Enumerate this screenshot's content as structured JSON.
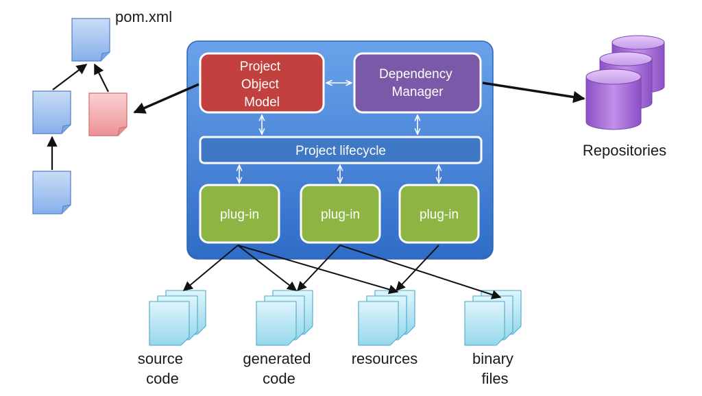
{
  "pom": {
    "title": "pom.xml"
  },
  "core": {
    "pom_model": {
      "lines": [
        "Project",
        "Object",
        "Model"
      ]
    },
    "dependency_manager": {
      "lines": [
        "Dependency",
        "Manager"
      ]
    },
    "lifecycle": {
      "label": "Project lifecycle"
    },
    "plugins": [
      {
        "label": "plug-in"
      },
      {
        "label": "plug-in"
      },
      {
        "label": "plug-in"
      }
    ]
  },
  "repositories": {
    "label": "Repositories"
  },
  "outputs": [
    {
      "lines": [
        "source",
        "code"
      ]
    },
    {
      "lines": [
        "generated",
        "code"
      ]
    },
    {
      "lines": [
        "resources"
      ]
    },
    {
      "lines": [
        "binary",
        "files"
      ]
    }
  ],
  "colors": {
    "core_bg": "#4a86d8",
    "pom_box": "#c2403d",
    "dep_box": "#7a5aa8",
    "lifecycle": "#3f78c4",
    "plugin": "#8db544",
    "doc_blue": "#a9c9f2",
    "doc_pink": "#f4b3b5",
    "doc_cyan": "#b9e8f4",
    "cylinder": "#a872d6"
  }
}
